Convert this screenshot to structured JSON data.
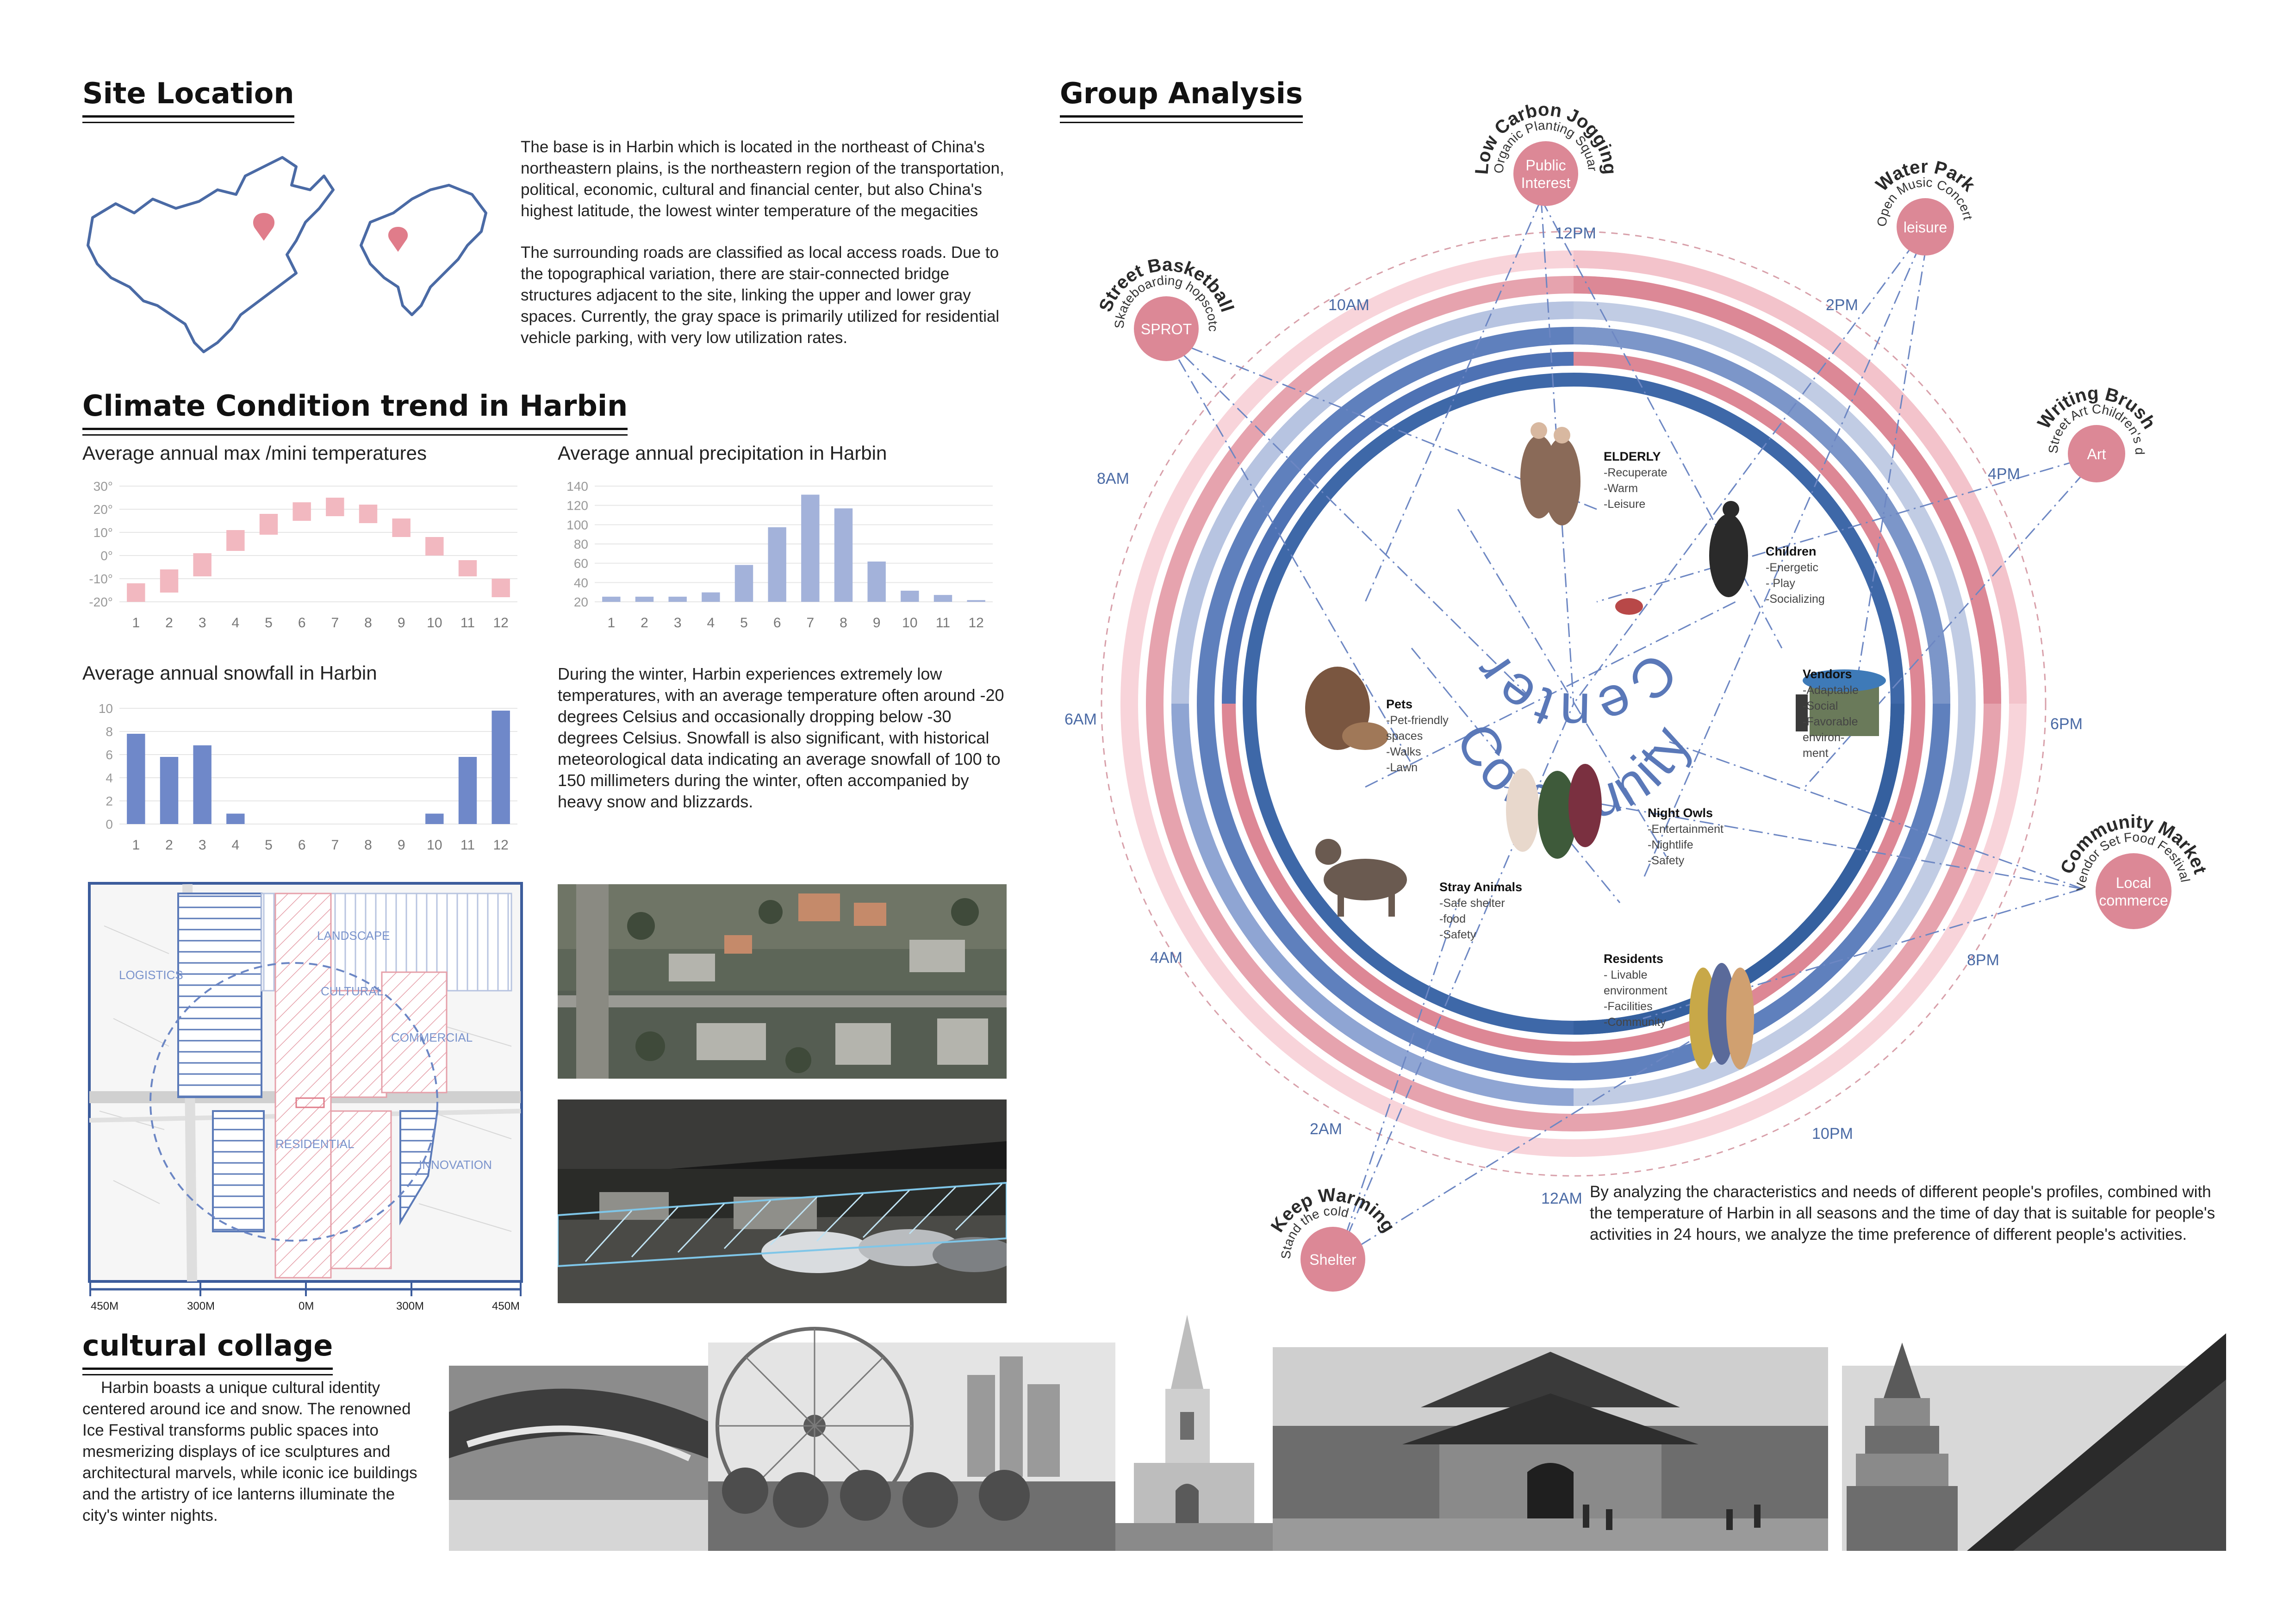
{
  "site_location": {
    "title": "Site Location",
    "paragraphs": [
      "The base is in Harbin which is located in the northeast of China's northeastern plains, is the northeastern region of the transportation, political, economic, cultural and financial center, but also China's highest latitude, the lowest winter temperature of the megacities",
      "The surrounding roads are classified as local access roads. Due to the topographical variation, there are stair-connected bridge structures adjacent to the site, linking the upper and lower gray spaces. Currently, the gray space is primarily utilized for residential vehicle parking, with very low utilization rates."
    ]
  },
  "climate": {
    "title": "Climate Condition trend in Harbin",
    "description": "During the winter, Harbin experiences extremely low temperatures, with an average temperature often around -20 degrees Celsius and occasionally dropping below -30 degrees Celsius. Snowfall is also significant, with historical meteorological data indicating an average snowfall of 100 to 150 millimeters during the winter, often accompanied by heavy snow and blizzards."
  },
  "chart_data": [
    {
      "type": "bar",
      "title": "Average annual max /mini temperatures",
      "categories": [
        "1",
        "2",
        "3",
        "4",
        "5",
        "6",
        "7",
        "8",
        "9",
        "10",
        "11",
        "12"
      ],
      "y_ticks": [
        "30°",
        "20°",
        "10°",
        "0°",
        "-10°",
        "-20°"
      ],
      "ylim": [
        -20,
        30
      ],
      "color": "#f2b8c0",
      "series": [
        {
          "low": [
            -20,
            -16,
            -9,
            2,
            9,
            15,
            17,
            14,
            8,
            0,
            -9,
            -18
          ],
          "high": [
            -12,
            -6,
            1,
            11,
            18,
            23,
            25,
            22,
            16,
            8,
            -2,
            -10
          ]
        }
      ]
    },
    {
      "type": "bar",
      "title": "Average annual precipitation in Harbin",
      "categories": [
        "1",
        "2",
        "3",
        "4",
        "5",
        "6",
        "7",
        "8",
        "9",
        "10",
        "11",
        "12"
      ],
      "y_ticks": [
        "140",
        "120",
        "100",
        "80",
        "60",
        "40",
        "20"
      ],
      "ylim": [
        10,
        145
      ],
      "color": "#a3b2da",
      "values": [
        16,
        16,
        16,
        21,
        53,
        97,
        135,
        119,
        57,
        23,
        18,
        12
      ]
    },
    {
      "type": "bar",
      "title": "Average annual snowfall in Harbin",
      "categories": [
        "1",
        "2",
        "3",
        "4",
        "5",
        "6",
        "7",
        "8",
        "9",
        "10",
        "11",
        "12"
      ],
      "y_ticks": [
        "10",
        "8",
        "6",
        "4",
        "2",
        "0"
      ],
      "ylim": [
        0,
        10
      ],
      "color": "#6f88c9",
      "values": [
        7.8,
        5.8,
        6.8,
        0.9,
        0,
        0,
        0,
        0,
        0,
        0.9,
        5.8,
        9.8
      ]
    }
  ],
  "site_map": {
    "zones": [
      "LANDSCAPE",
      "LOGISTICS",
      "CULTURAL",
      "COMMERCIAL",
      "RESIDENTIAL",
      "INNOVATION"
    ],
    "scale": [
      "450M",
      "300M",
      "0M",
      "300M",
      "450M"
    ]
  },
  "cultural": {
    "title": "cultural collage",
    "text": "Harbin boasts a unique cultural identity centered around ice and snow. The renowned Ice Festival transforms public spaces into mesmerizing displays of ice sculptures and architectural marvels, while iconic ice buildings and the artistry of ice lanterns illuminate the city's winter nights."
  },
  "group_analysis": {
    "title": "Group Analysis",
    "center_label": [
      "Community",
      "Center"
    ],
    "hours": [
      "12PM",
      "2PM",
      "4PM",
      "6PM",
      "8PM",
      "10PM",
      "12AM",
      "2AM",
      "4AM",
      "6AM",
      "8AM",
      "10AM"
    ],
    "nodes": [
      {
        "label": [
          "Public",
          "Interest"
        ],
        "arc": "Low Carbon Jogging",
        "arc2": "Organic Planting Square dancing"
      },
      {
        "label": [
          "leisure"
        ],
        "arc": "Water Park",
        "arc2": "Open Music Concert Skating rink"
      },
      {
        "label": [
          "Art"
        ],
        "arc": "Writing Brush",
        "arc2": "Street Art Children's doodles"
      },
      {
        "label": [
          "Local",
          "commerce"
        ],
        "arc": "Community Market",
        "arc2": "Vendor Set Food Festival"
      },
      {
        "label": [
          "Shelter"
        ],
        "arc": "Keep Warming",
        "arc2": "Stand the cold"
      },
      {
        "label": [
          "SPROT"
        ],
        "arc": "Street Basketball",
        "arc2": "Skateboarding hopscotch"
      }
    ],
    "groups": [
      {
        "name": "ELDERLY",
        "items": [
          "-Recuperate",
          "-Warm",
          "-Leisure"
        ]
      },
      {
        "name": "Children",
        "items": [
          "-Energetic",
          "- Play",
          "-Socializing"
        ]
      },
      {
        "name": "Vendors",
        "items": [
          "-Adaptable",
          "-Social",
          "-Favorable",
          "environ-",
          "ment"
        ]
      },
      {
        "name": "Pets",
        "items": [
          "-Pet-friendly",
          "spaces",
          "-Walks",
          "-Lawn"
        ]
      },
      {
        "name": "Night Owls",
        "items": [
          "-Entertainment",
          "-Nightlife",
          "-Safety"
        ]
      },
      {
        "name": "Stray Animals",
        "items": [
          "-Safe shelter",
          "-food",
          "-Safety"
        ]
      },
      {
        "name": "Residents",
        "items": [
          "- Livable",
          "environment",
          "-Facilities",
          "-Community"
        ]
      }
    ],
    "description": "By analyzing the characteristics and needs of different people's profiles, combined with the temperature of Harbin in all seasons and the time of day that is suitable for people's activities in 24 hours, we analyze the time preference of different people's activities."
  }
}
